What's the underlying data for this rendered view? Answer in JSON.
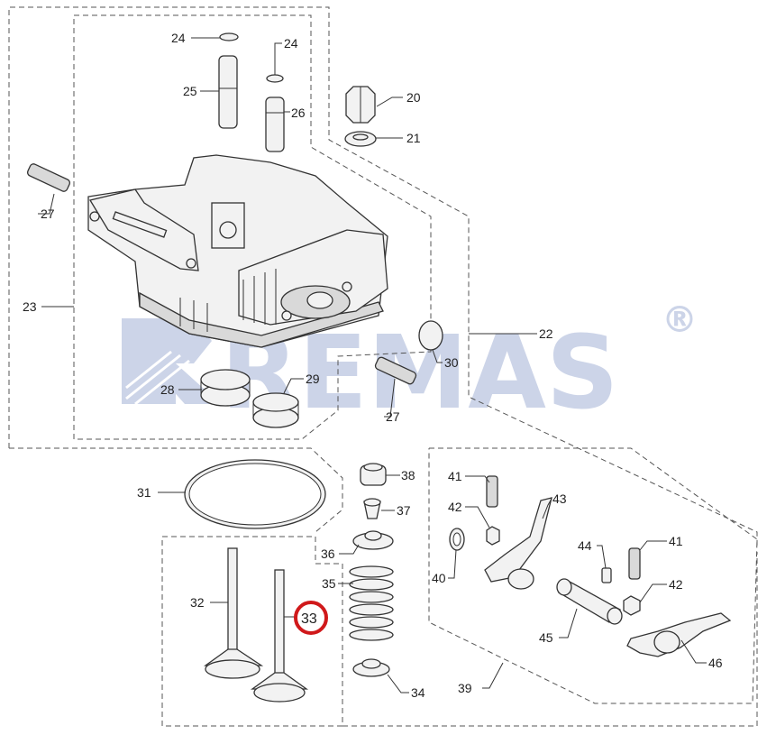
{
  "watermark": {
    "brand": "REMAS",
    "registered_mark": "®",
    "color": "#c7d0e6"
  },
  "highlight": {
    "part": "33",
    "color": "#d0191b"
  },
  "callouts": {
    "c20": "20",
    "c21": "21",
    "c22": "22",
    "c23": "23",
    "c24a": "24",
    "c24b": "24",
    "c25": "25",
    "c26": "26",
    "c27a": "27",
    "c27b": "27",
    "c28": "28",
    "c29": "29",
    "c30": "30",
    "c31": "31",
    "c32": "32",
    "c33": "33",
    "c34": "34",
    "c35": "35",
    "c36": "36",
    "c37": "37",
    "c38": "38",
    "c39": "39",
    "c40": "40",
    "c41a": "41",
    "c41b": "41",
    "c42a": "42",
    "c42b": "42",
    "c43": "43",
    "c44": "44",
    "c45": "45",
    "c46": "46"
  }
}
